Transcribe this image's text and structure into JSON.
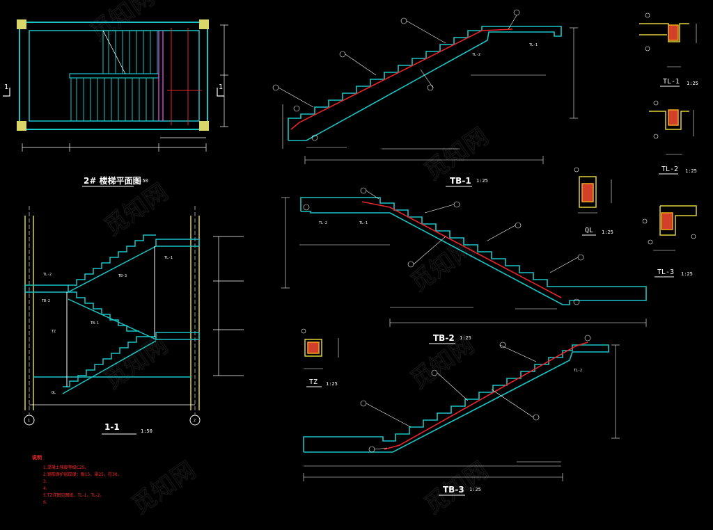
{
  "drawing": {
    "background": "#000000",
    "colors": {
      "concrete": "#19c6c6",
      "rebar": "#e8262b",
      "dim": "#ffffff",
      "wall": "#e0d23a",
      "column": "#d9d66a",
      "highlight": "#cc44cc",
      "section_fill": "#d2402a",
      "section_border": "#f0a81e"
    }
  },
  "plan": {
    "title": "2# 楼梯平面图",
    "scale": "1:50",
    "cut_mark": "1"
  },
  "section": {
    "title": "1-1",
    "scale": "1:50",
    "axes": [
      "1",
      "2"
    ],
    "labels": [
      "TL-1",
      "TB-2",
      "TB-1",
      "TL-2",
      "TB-3",
      "TZ",
      "QL"
    ]
  },
  "tb1": {
    "title": "TB-1",
    "scale": "1:25",
    "labels": [
      "TL-2",
      "TL-1"
    ]
  },
  "tb2": {
    "title": "TB-2",
    "scale": "1:25",
    "labels": [
      "TL-2",
      "TL-1"
    ]
  },
  "tb3": {
    "title": "TB-3",
    "scale": "1:25",
    "labels": [
      "TL-2"
    ]
  },
  "details": [
    {
      "title": "TL-1",
      "scale": "1:25"
    },
    {
      "title": "TL-2",
      "scale": "1:25"
    },
    {
      "title": "QL",
      "scale": "1:25"
    },
    {
      "title": "TL-3",
      "scale": "1:25"
    },
    {
      "title": "TZ",
      "scale": "1:25"
    }
  ],
  "notes": {
    "heading": "说明",
    "lines": [
      "1.混凝土强度等级C25。",
      "2.钢筋保护层厚度：板15，梁25，柱30。",
      "3.",
      "4.",
      "5.TZ详图见图纸，TL-1，TL-2。",
      "6."
    ]
  }
}
